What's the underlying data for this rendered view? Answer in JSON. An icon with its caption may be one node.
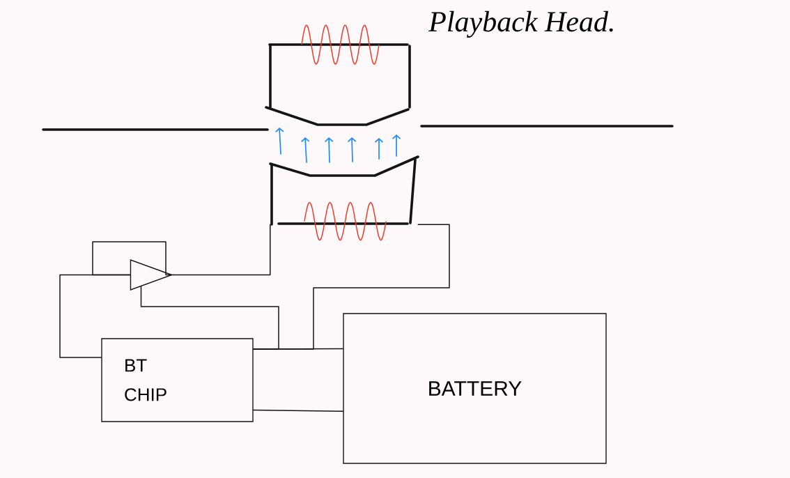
{
  "diagram": {
    "nodes": [
      {
        "text": [],
        "shape": "coil"
      },
      {
        "text": [],
        "shape": "triangle"
      },
      {
        "text": [
          "BT CHIP"
        ]
      },
      {
        "text": [
          "BATTERY"
        ]
      }
    ],
    "edges": [
      {
        "from": 1,
        "to": 0,
        "arrow": "none"
      },
      {
        "from": 1,
        "to": 1,
        "arrow": "none"
      },
      {
        "from": 2,
        "to": 1,
        "arrow": "none"
      },
      {
        "from": 2,
        "to": 3,
        "arrow": "none"
      },
      {
        "from": 1,
        "to": 2,
        "arrow": "none"
      },
      {
        "from": 0,
        "to": 2,
        "arrow": "none"
      },
      {
        "from": 2,
        "to": 3,
        "arrow": "none"
      }
    ],
    "labels": [
      "Playback Head."
    ]
  }
}
